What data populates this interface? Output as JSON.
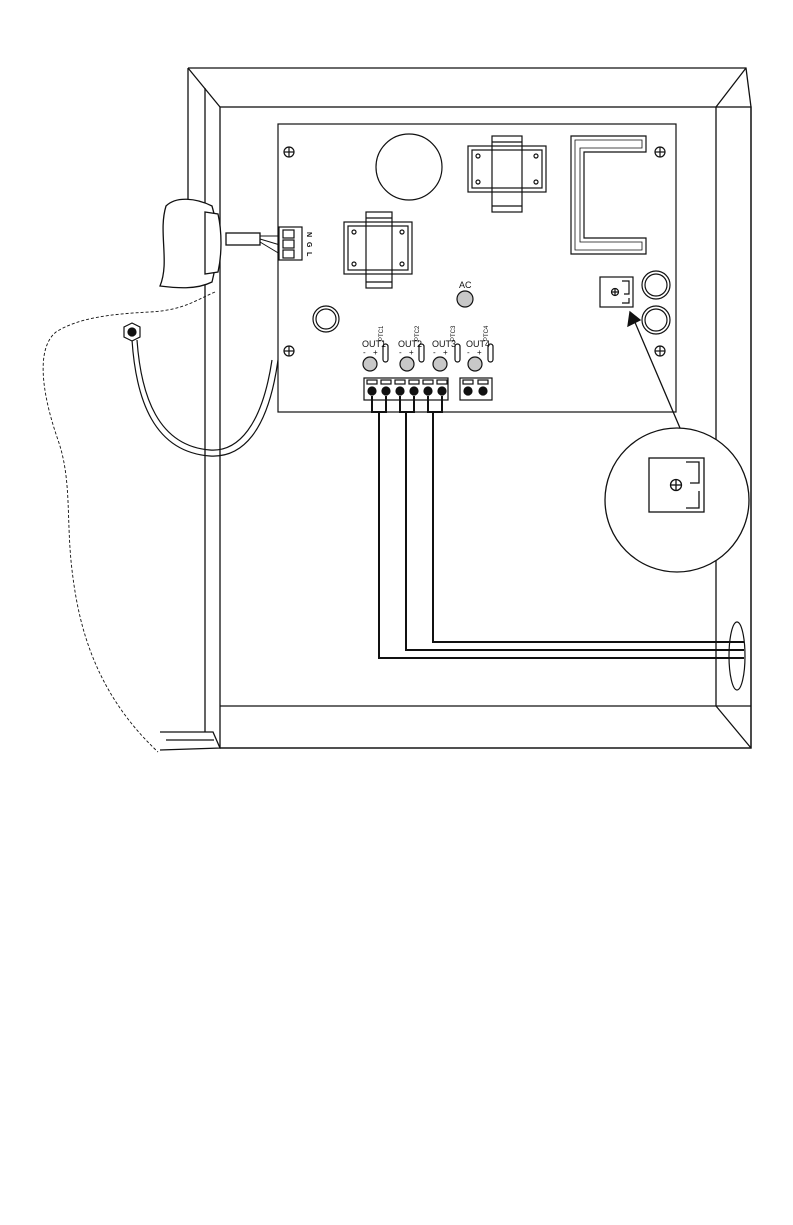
{
  "diagram": {
    "ac_label": "AC",
    "terminal_block": {
      "labels": [
        "N",
        "G",
        "L"
      ]
    },
    "outputs": [
      {
        "label": "OUT1",
        "ptc": "PTC1",
        "polarity": [
          "-",
          "+"
        ]
      },
      {
        "label": "OUT2",
        "ptc": "PTC2",
        "polarity": [
          "-",
          "+"
        ]
      },
      {
        "label": "OUT3",
        "ptc": "PTC3",
        "polarity": [
          "-",
          "+"
        ]
      },
      {
        "label": "OUT4",
        "ptc": "PTC4",
        "polarity": [
          "-",
          "+"
        ]
      }
    ],
    "colors": {
      "line": "#111111",
      "led_fill": "#c8c8c8",
      "background": "#ffffff"
    }
  }
}
